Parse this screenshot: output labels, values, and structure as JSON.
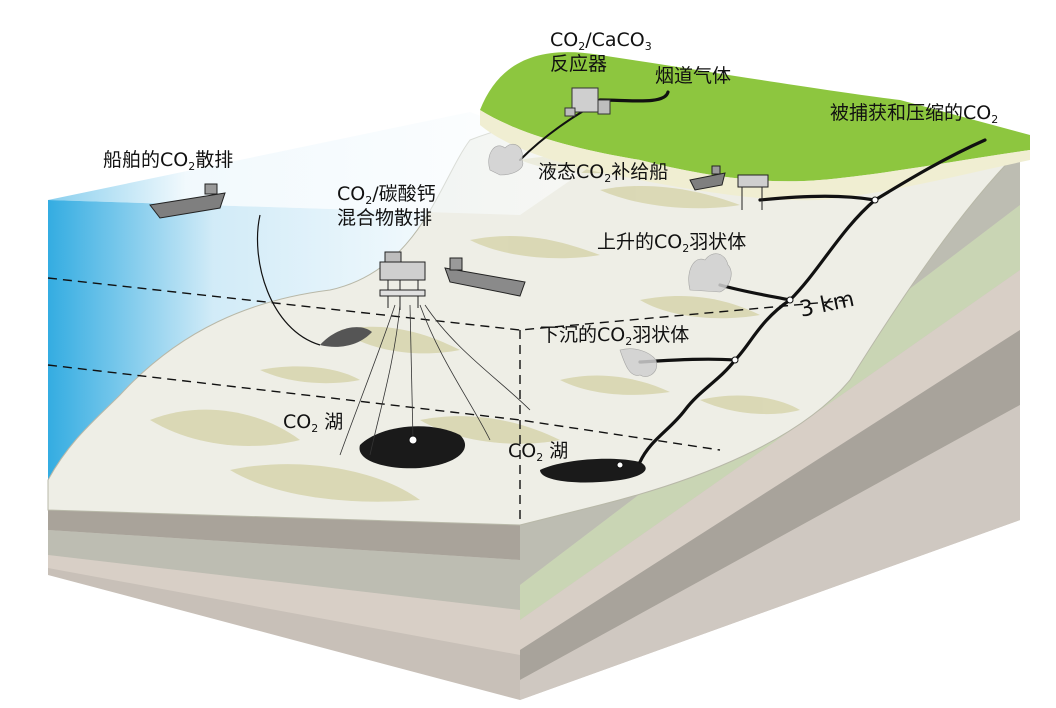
{
  "labels": {
    "reactor_line1_a": "CO",
    "reactor_line1_sub1": "2",
    "reactor_line1_b": "/CaCO",
    "reactor_line1_sub2": "3",
    "reactor_line2": "反应器",
    "flue_gas": "烟道气体",
    "captured_a": "被捕获和压缩的CO",
    "captured_sub": "2",
    "ship_release_a": "船舶的CO",
    "ship_release_sub": "2",
    "ship_release_b": "散排",
    "tanker_a": "液态CO",
    "tanker_sub": "2",
    "tanker_b": "补给船",
    "mixture_a": "CO",
    "mixture_sub": "2",
    "mixture_b": "/碳酸钙",
    "mixture_line2": "混合物散排",
    "rising_a": "上升的CO",
    "rising_sub": "2",
    "rising_b": "羽状体",
    "depth": "3 km",
    "sinking_a": "下沉的CO",
    "sinking_sub": "2",
    "sinking_b": "羽状体",
    "lake_left_a": "CO",
    "lake_left_sub": "2",
    "lake_left_b": " 湖",
    "lake_right_a": "CO",
    "lake_right_sub": "2",
    "lake_right_b": " 湖"
  },
  "colors": {
    "land": "#8dc63f",
    "water_edge": "#29a8e0",
    "seafloor": "#e8e8e0",
    "sediment": "#d8d6b0",
    "strata_1": "#bcbcb0",
    "strata_2": "#c8bfb6",
    "strata_3": "#a9a39a",
    "pipe": "#111111",
    "co2_lake": "#1a1a1a"
  }
}
